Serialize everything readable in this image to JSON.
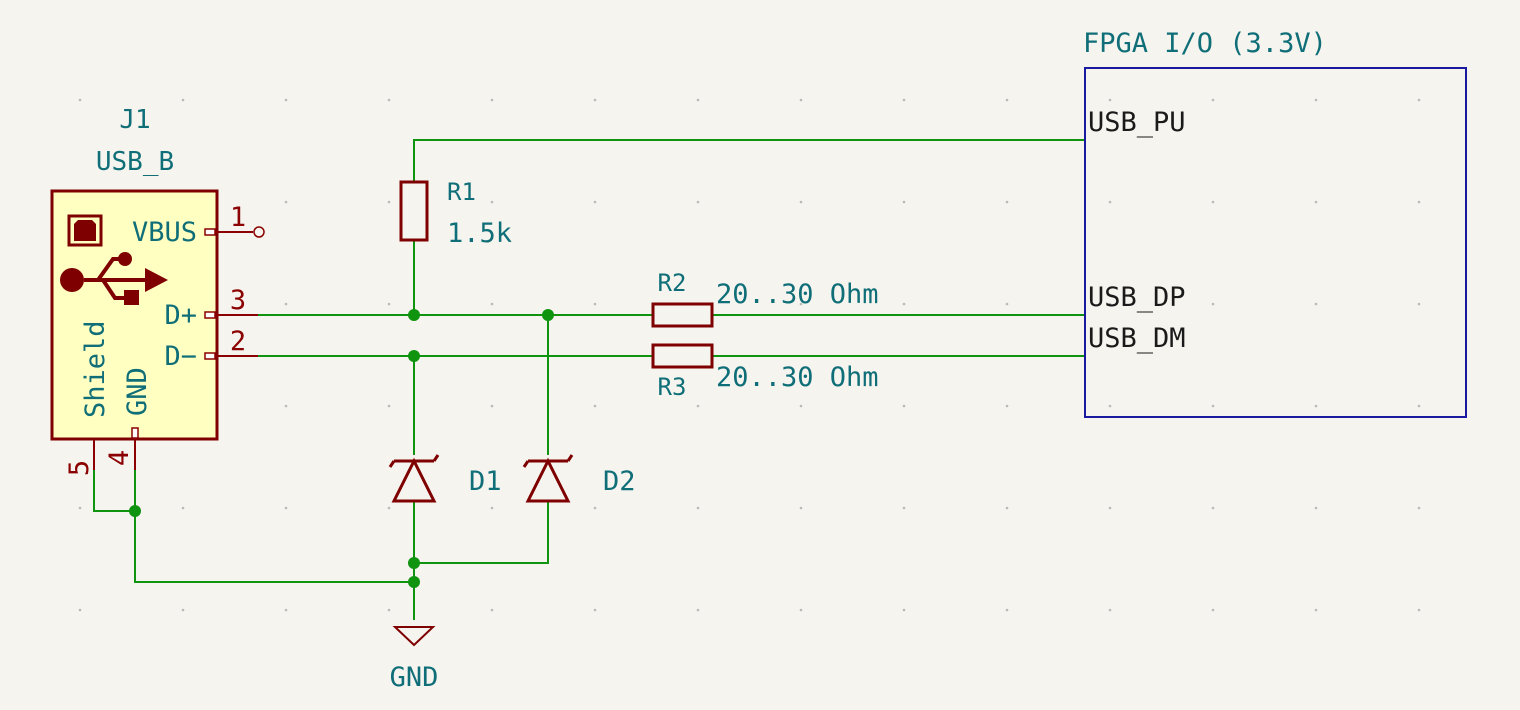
{
  "connector": {
    "ref": "J1",
    "value": "USB_B",
    "pins": {
      "vbus": {
        "num": "1",
        "name": "VBUS"
      },
      "dplus": {
        "num": "3",
        "name": "D+"
      },
      "dminus": {
        "num": "2",
        "name": "D−"
      },
      "gnd": {
        "num": "4",
        "name": "GND"
      },
      "shield": {
        "num": "5",
        "name": "Shield"
      }
    }
  },
  "r1": {
    "ref": "R1",
    "value": "1.5k"
  },
  "r2": {
    "ref": "R2",
    "value": "20..30 Ohm"
  },
  "r3": {
    "ref": "R3",
    "value": "20..30 Ohm"
  },
  "d1": {
    "ref": "D1"
  },
  "d2": {
    "ref": "D2"
  },
  "gnd": {
    "label": "GND"
  },
  "fpga": {
    "title": "FPGA I/O (3.3V)",
    "pins": [
      "USB_PU",
      "USB_DP",
      "USB_DM"
    ]
  },
  "colors": {
    "wire": "#109410",
    "symbol": "#7f0000",
    "text": "#0f6e77",
    "connector_fill": "#ffffc2",
    "hier_box": "#1a1aa0",
    "background": "#f5f4ef"
  },
  "icons": [
    "usb-logo-icon",
    "usb-b-receptacle-icon",
    "ground-symbol-icon",
    "tvs-diode-icon"
  ]
}
